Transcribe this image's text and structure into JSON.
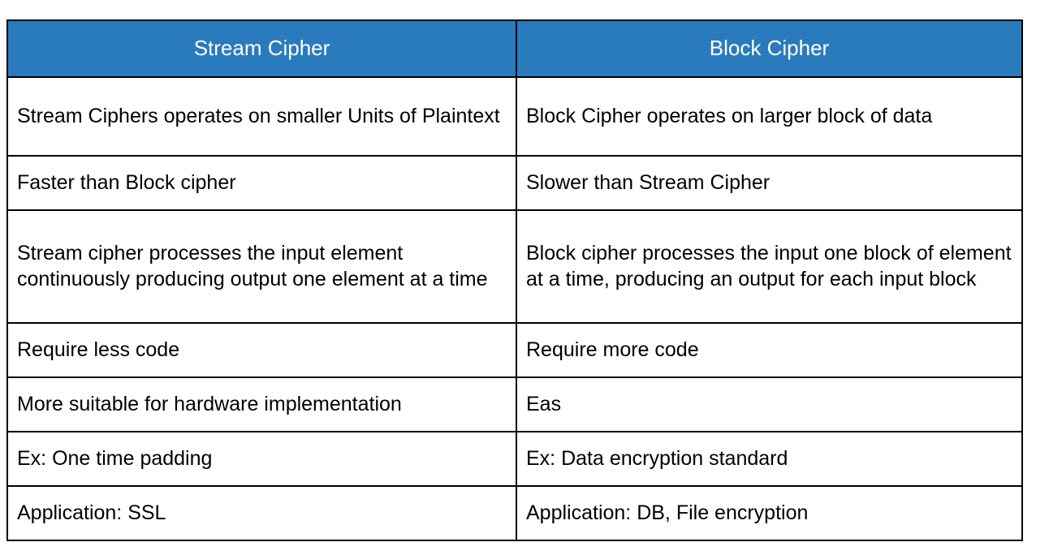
{
  "table": {
    "title": "Stream Cipher vs Block Cipher comparison",
    "header_background": "#2a7bbd",
    "header_text_color": "#ffffff",
    "border_color": "#000000",
    "columns": [
      {
        "label": "Stream Cipher"
      },
      {
        "label": "Block Cipher"
      }
    ],
    "rows": [
      {
        "left": "Stream Ciphers operates on smaller Units of Plaintext",
        "right": "Block Cipher operates on larger block of data"
      },
      {
        "left": "Faster than Block cipher",
        "right": "Slower than Stream Cipher"
      },
      {
        "left": "Stream cipher processes the input element continuously producing output one element at a time",
        "right": "Block cipher processes the input one block of element at a time, producing an output for each input block"
      },
      {
        "left": "Require less code",
        "right": "Require more code"
      },
      {
        "left": "More suitable for hardware implementation",
        "right": "Eas"
      },
      {
        "left": "Ex: One time padding",
        "right": "Ex: Data encryption standard"
      },
      {
        "left": "Application: SSL",
        "right": "Application: DB, File encryption"
      }
    ]
  }
}
